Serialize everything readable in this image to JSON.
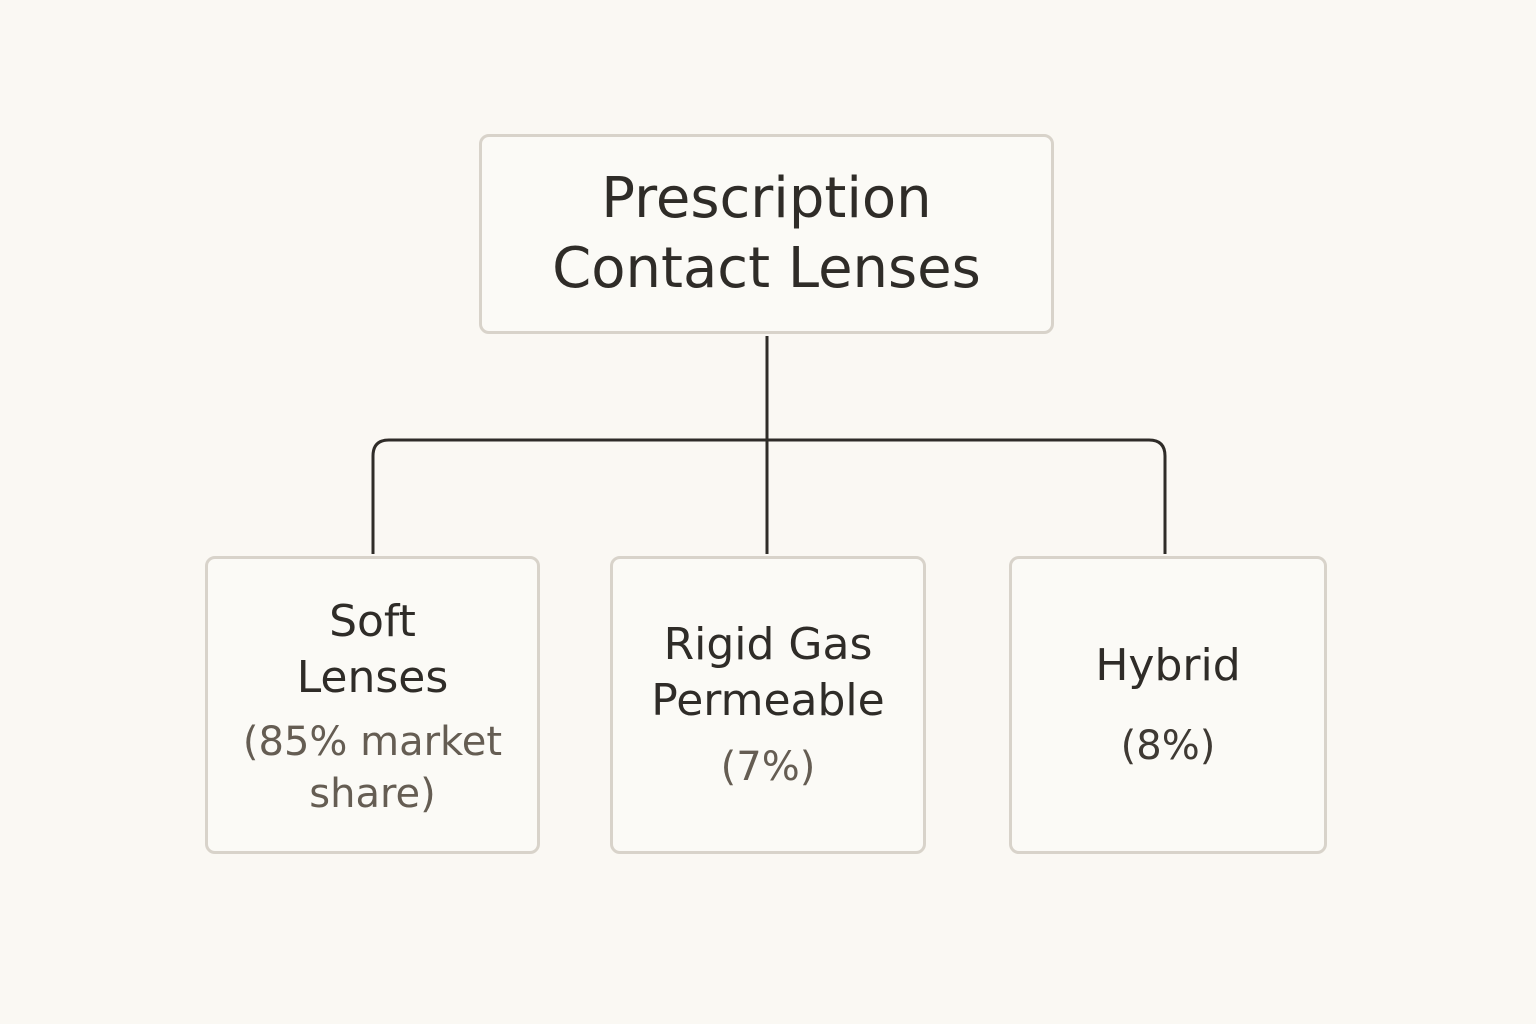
{
  "diagram": {
    "root": {
      "label": "Prescription\nContact Lenses"
    },
    "children": [
      {
        "title": "Soft\nLenses",
        "subtitle": "(85% market\nshare)"
      },
      {
        "title": "Rigid Gas\nPermeable",
        "subtitle": "(7%)"
      },
      {
        "title": "Hybrid",
        "subtitle": "(8%)"
      }
    ],
    "colors": {
      "background": "#faf8f3",
      "box_border": "#d8d3ca",
      "connector": "#2f2c28",
      "title_text": "#2f2c28",
      "subtitle_text": "#655d53"
    }
  }
}
